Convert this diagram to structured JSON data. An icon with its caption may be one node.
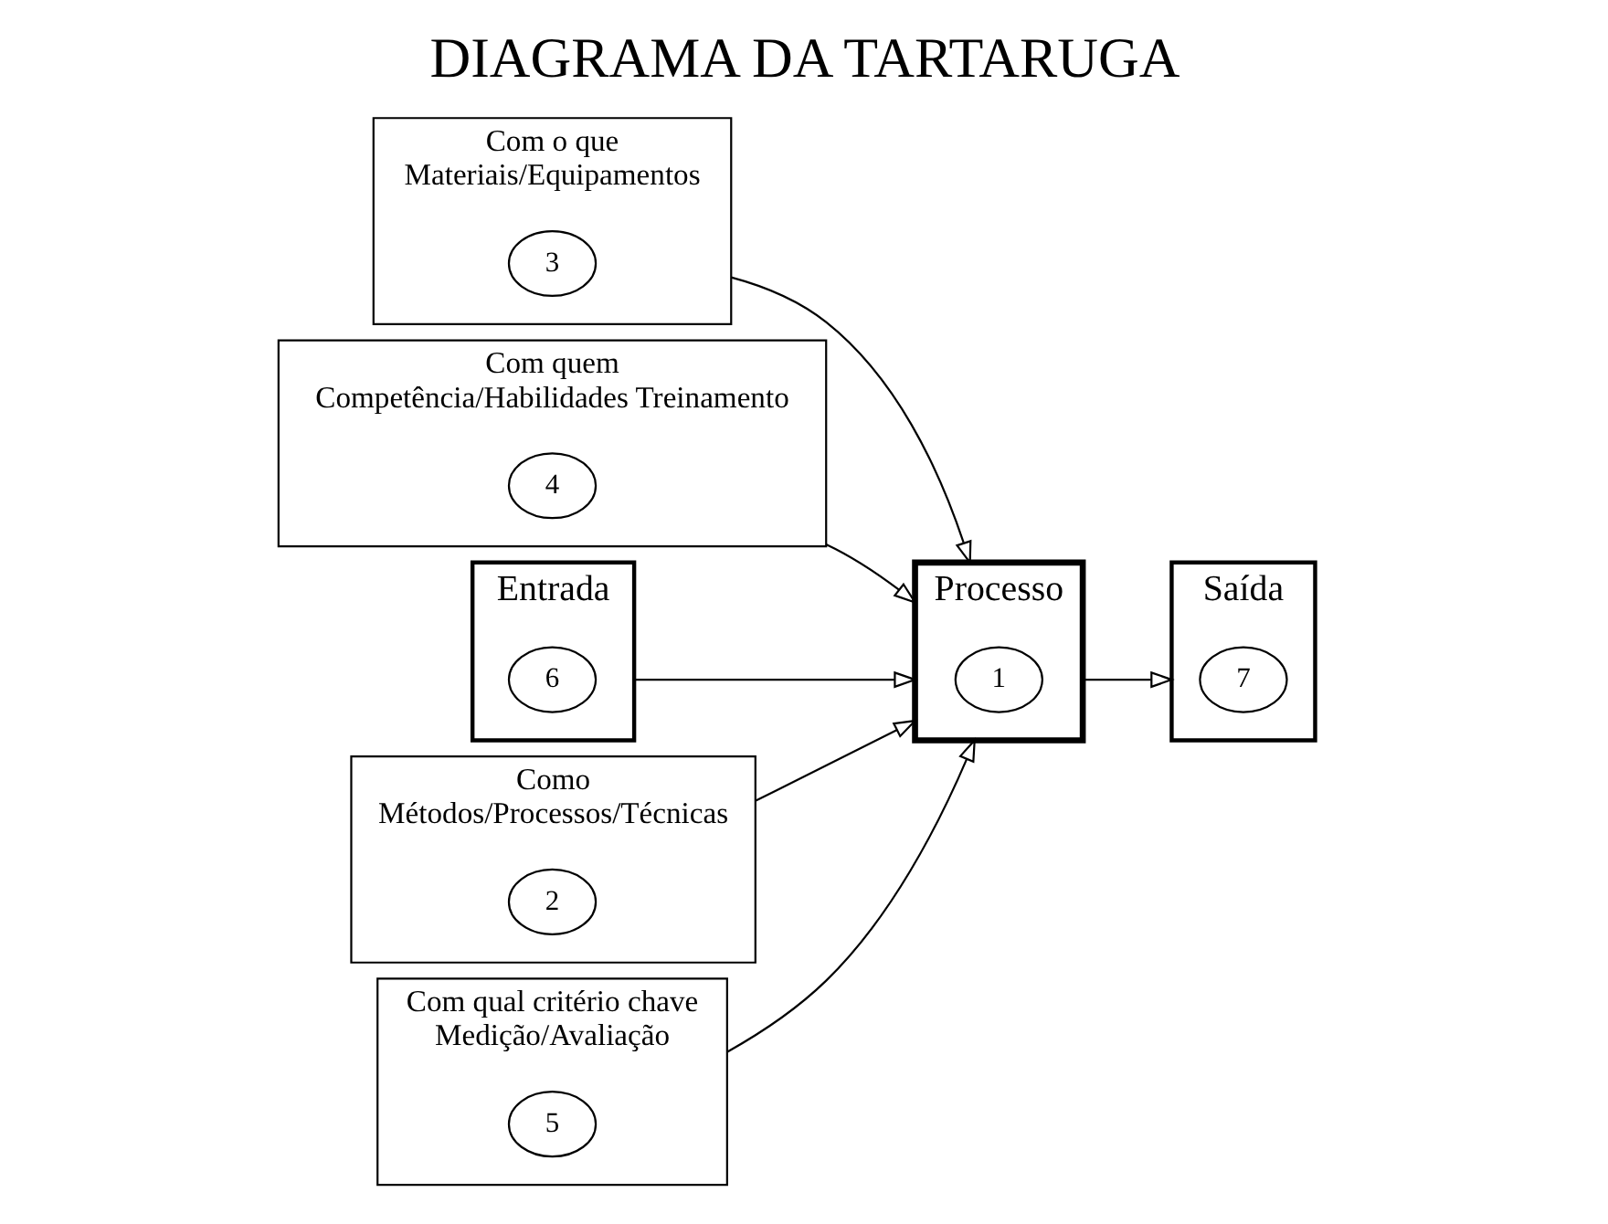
{
  "diagram": {
    "title": "DIAGRAMA DA TARTARUGA",
    "nodes": [
      {
        "text": [
          "Com o que",
          "Materiais/Equipamentos"
        ]
      },
      {
        "text": [
          "3"
        ],
        "in": 0
      },
      {
        "text": [
          "Com quem",
          "Competência/Habilidades Treinamento"
        ]
      },
      {
        "text": [
          "4"
        ],
        "in": 2
      },
      {
        "text": [
          "Entrada"
        ]
      },
      {
        "text": [
          "6"
        ],
        "in": 4
      },
      {
        "text": [
          "Processo"
        ]
      },
      {
        "text": [
          "1"
        ],
        "in": 6
      },
      {
        "text": [
          "Saída"
        ]
      },
      {
        "text": [
          "7"
        ],
        "in": 8
      },
      {
        "text": [
          "Como",
          "Métodos/Processos/Técnicas"
        ]
      },
      {
        "text": [
          "2"
        ],
        "in": 10
      },
      {
        "text": [
          "Com qual critério chave",
          "Medição/Avaliação"
        ]
      },
      {
        "text": [
          "5"
        ],
        "in": 12
      }
    ],
    "edges": [
      {
        "from": 0,
        "to": 6,
        "arrow": "to"
      },
      {
        "from": 2,
        "to": 6,
        "arrow": "to"
      },
      {
        "from": 4,
        "to": 6,
        "arrow": "to"
      },
      {
        "from": 6,
        "to": 8,
        "arrow": "to"
      },
      {
        "from": 10,
        "to": 6,
        "arrow": "to"
      },
      {
        "from": 12,
        "to": 6,
        "arrow": "to"
      }
    ]
  }
}
